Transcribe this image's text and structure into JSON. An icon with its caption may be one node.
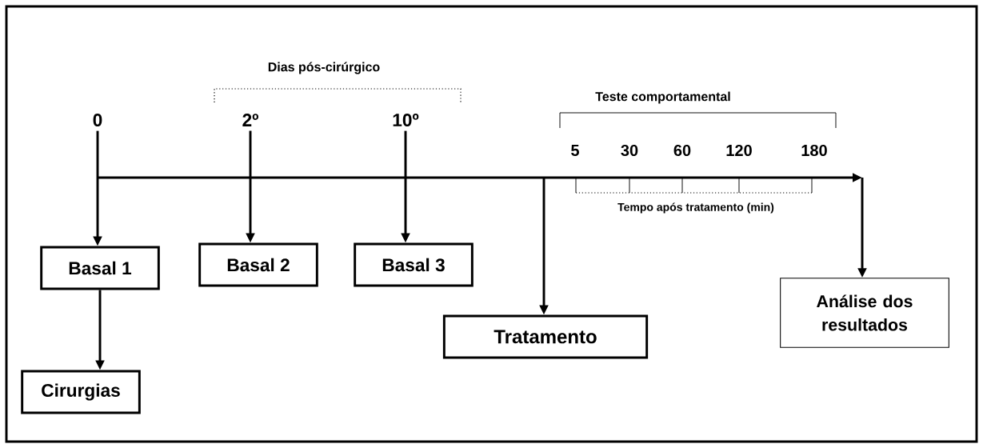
{
  "diagram": {
    "nodes": [
      {
        "text": [
          "0"
        ]
      },
      {
        "text": [
          "2º"
        ]
      },
      {
        "text": [
          "10º"
        ]
      },
      {
        "text": [
          "Basal 1"
        ]
      },
      {
        "text": [
          "Basal 2"
        ]
      },
      {
        "text": [
          "Basal 3"
        ]
      },
      {
        "text": [
          "Tratamento"
        ]
      },
      {
        "text": [
          "Análise dos resultados"
        ]
      },
      {
        "text": [
          "Cirurgias"
        ]
      }
    ],
    "edges": [
      {
        "from": 0,
        "to": 3,
        "arrow": "to"
      },
      {
        "from": 1,
        "to": 4,
        "arrow": "to"
      },
      {
        "from": 2,
        "to": 5,
        "arrow": "to"
      },
      {
        "from": 3,
        "to": 8,
        "arrow": "to"
      },
      {
        "from": null,
        "to": 6,
        "arrow": "to"
      },
      {
        "from": null,
        "to": 7,
        "arrow": "to"
      }
    ],
    "labels": [
      "Dias pós-cirúrgico",
      "Teste comportamental",
      "5",
      "30",
      "60",
      "120",
      "180",
      "Tempo após tratamento (min)"
    ]
  }
}
